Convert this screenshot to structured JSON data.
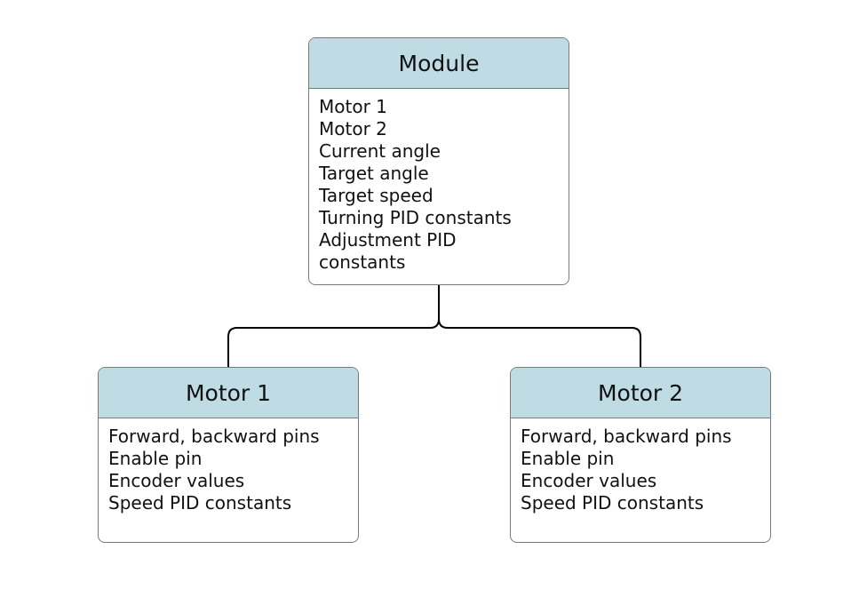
{
  "nodes": {
    "module": {
      "title": "Module",
      "lines": [
        "Motor 1",
        "Motor 2",
        "Current angle",
        "Target angle",
        "Target speed",
        "Turning PID constants",
        "Adjustment PID",
        "constants"
      ]
    },
    "motor1": {
      "title": "Motor 1",
      "lines": [
        "Forward, backward pins",
        "Enable pin",
        "Encoder values",
        "Speed PID constants"
      ]
    },
    "motor2": {
      "title": "Motor 2",
      "lines": [
        "Forward, backward pins",
        "Enable pin",
        "Encoder values",
        "Speed PID constants"
      ]
    }
  },
  "colors": {
    "header_fill": "#bfdce5",
    "border": "#7a7a7a",
    "connector": "#000000"
  }
}
